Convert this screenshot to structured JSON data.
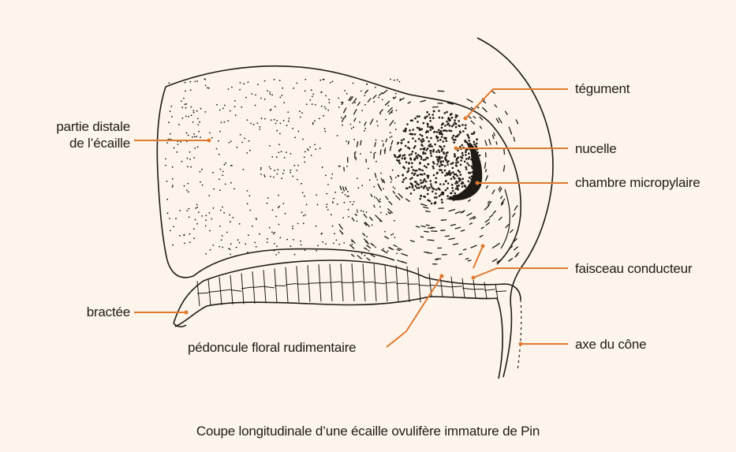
{
  "figure": {
    "labels": {
      "partie_distale_line1": "partie distale",
      "partie_distale_line2": "de l’écaille",
      "tegument": "tégument",
      "nucelle": "nucelle",
      "chambre_micropylaire": "chambre micropylaire",
      "faisceau_conducteur": "faisceau conducteur",
      "bractee": "bractée",
      "pedoncule": "pédoncule floral rudimentaire",
      "axe_du_cone": "axe du cône"
    },
    "caption": "Coupe longitudinale d’une écaille ovulifère immature de Pin",
    "colors": {
      "background": "#fdf5ec",
      "leader": "#e07a2e",
      "ink": "#1e1a16"
    }
  }
}
